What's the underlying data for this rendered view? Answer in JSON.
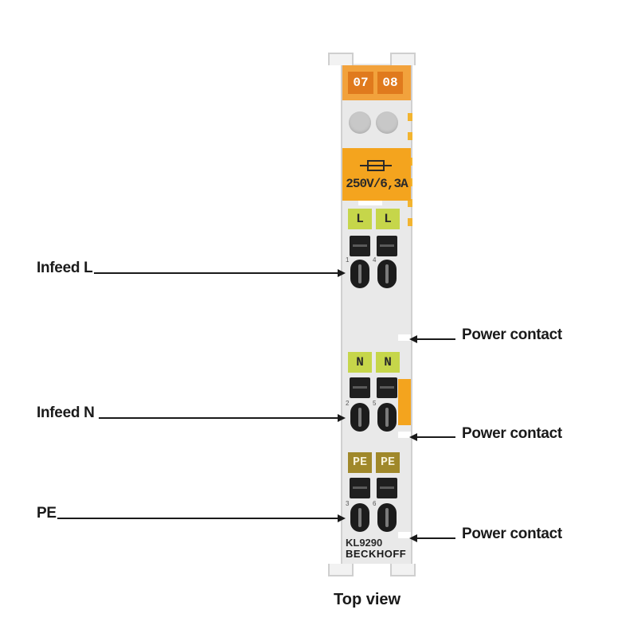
{
  "labels": {
    "infeed_l": "Infeed L",
    "infeed_n": "Infeed N",
    "pe": "PE",
    "power_contact": "Power contact",
    "caption": "Top view"
  },
  "terminal": {
    "chip_left": "07",
    "chip_right": "08",
    "fuse_rating": "250V/6,3A",
    "row1_label": "L",
    "row2_label": "N",
    "row3_label": "PE",
    "terminal_numbers": [
      "1",
      "4",
      "2",
      "5",
      "3",
      "6"
    ],
    "model": "KL9290",
    "brand": "BECKHOFF",
    "icons": [
      "fuse-symbol-icon",
      "led-icon",
      "spring-latch-icon",
      "screw-contact-icon"
    ]
  },
  "colors": {
    "orange": "#f4a41e",
    "dark_orange": "#e07a1d",
    "green": "#c6d64a",
    "olive": "#a0882a",
    "housing": "#e9e9e9"
  }
}
